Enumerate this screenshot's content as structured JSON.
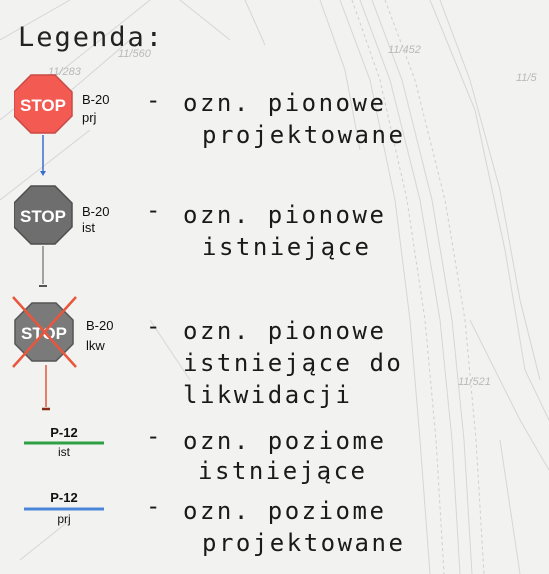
{
  "legend": {
    "title": "Legenda:",
    "items": [
      {
        "code": "B-20",
        "sub": "prj",
        "sign_text": "STOP",
        "dash": "-",
        "line1": "ozn. pionowe",
        "line2": "projektowane",
        "fill_color": "#f25a52",
        "stem_color": "#3a6fd0"
      },
      {
        "code": "B-20",
        "sub": "ist",
        "sign_text": "STOP",
        "dash": "-",
        "line1": "ozn. pionowe",
        "line2": "istniejące",
        "fill_color": "#6e6e6e",
        "stem_color": "#888888"
      },
      {
        "code": "B-20",
        "sub": "lkw",
        "sign_text": "STOP",
        "dash": "-",
        "line1": "ozn. pionowe",
        "line2": "istniejące do",
        "line3": "likwidacji",
        "fill_color": "#7a7a7a",
        "cross_color": "#e8563c",
        "stem_color": "#e8563c"
      },
      {
        "code": "P-12",
        "sub": "ist",
        "dash": "-",
        "line1": "ozn. poziome",
        "line2": "istniejące",
        "line_color": "#2ea043"
      },
      {
        "code": "P-12",
        "sub": "prj",
        "dash": "-",
        "line1": "ozn. poziome",
        "line2": "projektowane",
        "line_color": "#4a86d8"
      }
    ]
  },
  "background_labels": {
    "a": "11/283",
    "b": "11/560",
    "c": "11/452",
    "d": "11/5",
    "e": "11/521"
  }
}
